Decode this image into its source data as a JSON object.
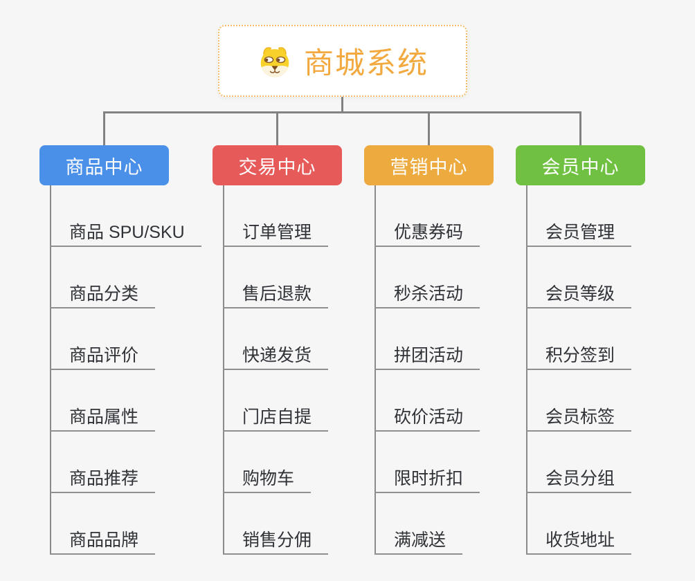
{
  "background": "#f6f6f6",
  "connector_color": "#828282",
  "root": {
    "title": "商城系统",
    "icon": "dog-icon",
    "title_color": "#f2a93f",
    "border_color": "#f3bd6b"
  },
  "branches": [
    {
      "label": "商品中心",
      "color": "#4a90e8",
      "children": [
        "商品 SPU/SKU",
        "商品分类",
        "商品评价",
        "商品属性",
        "商品推荐",
        "商品品牌"
      ]
    },
    {
      "label": "交易中心",
      "color": "#e65b59",
      "children": [
        "订单管理",
        "售后退款",
        "快递发货",
        "门店自提",
        "购物车",
        "销售分佣"
      ]
    },
    {
      "label": "营销中心",
      "color": "#edaa3e",
      "children": [
        "优惠券码",
        "秒杀活动",
        "拼团活动",
        "砍价活动",
        "限时折扣",
        "满减送"
      ]
    },
    {
      "label": "会员中心",
      "color": "#70c142",
      "children": [
        "会员管理",
        "会员等级",
        "积分签到",
        "会员标签",
        "会员分组",
        "收货地址"
      ]
    }
  ]
}
